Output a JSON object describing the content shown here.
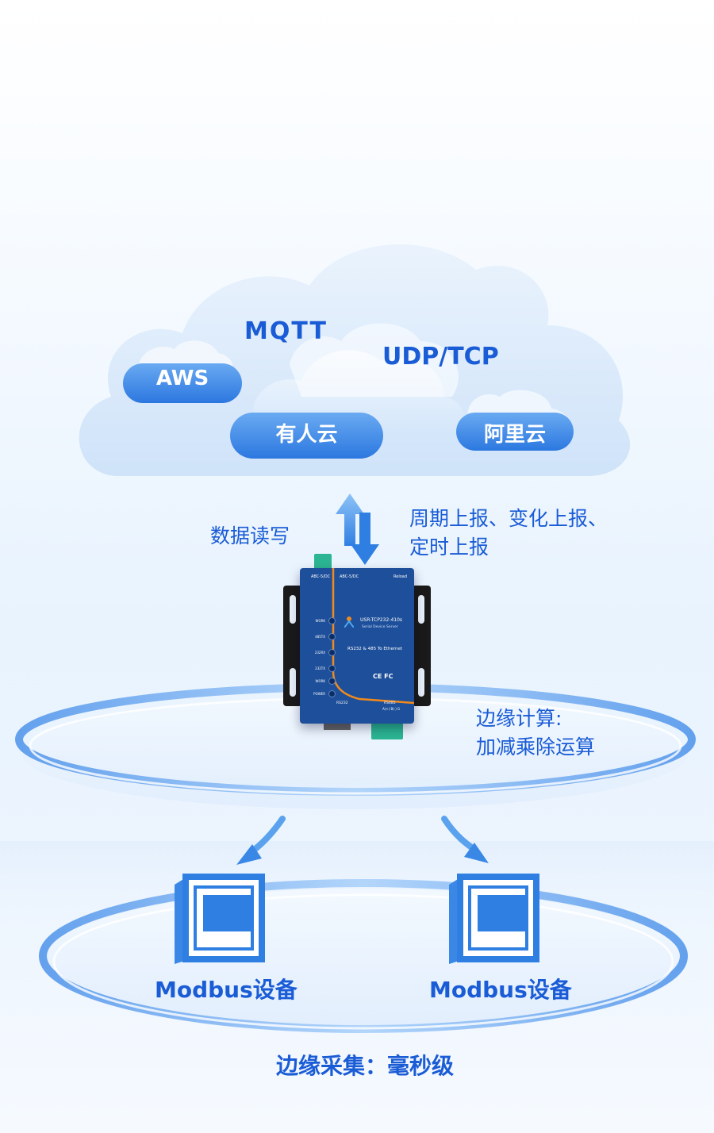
{
  "cloud": {
    "pills": [
      "AWS",
      "有人云",
      "阿里云"
    ],
    "protocols": [
      "MQTT",
      "UDP/TCP"
    ]
  },
  "data_rw_label": "数据读写",
  "report_label": {
    "line1": "周期上报、变化上报、",
    "line2": "定时上报"
  },
  "edge_compute_label": {
    "line1": "边缘计算:",
    "line2": "加减乘除运算"
  },
  "device": {
    "model": "USR-TCP232-410s",
    "subtitle": "Serial Device Server",
    "desc": "RS232 & 485  To Ethernet",
    "port_top_left": "ABC-5/DC",
    "port_top_mid": "ABC-5/DC",
    "port_top_right": "Reload",
    "cert": "CE FC",
    "rs232_label": "RS232",
    "rs485_label": "RS485",
    "rs485_pins": "A(+) B(-) G",
    "leds": [
      "WORK",
      "485TX",
      "232RX",
      "232TX",
      "WORK",
      "POWER"
    ]
  },
  "modbus_devices": [
    "Modbus设备",
    "Modbus设备"
  ],
  "edge_collect_label": "边缘采集：毫秒级",
  "colors": {
    "primary_blue": "#1a5cd6",
    "pill_blue": "#3b87e6",
    "cloud_light": "#d6e8fb",
    "device_blue": "#1e4f9a"
  }
}
